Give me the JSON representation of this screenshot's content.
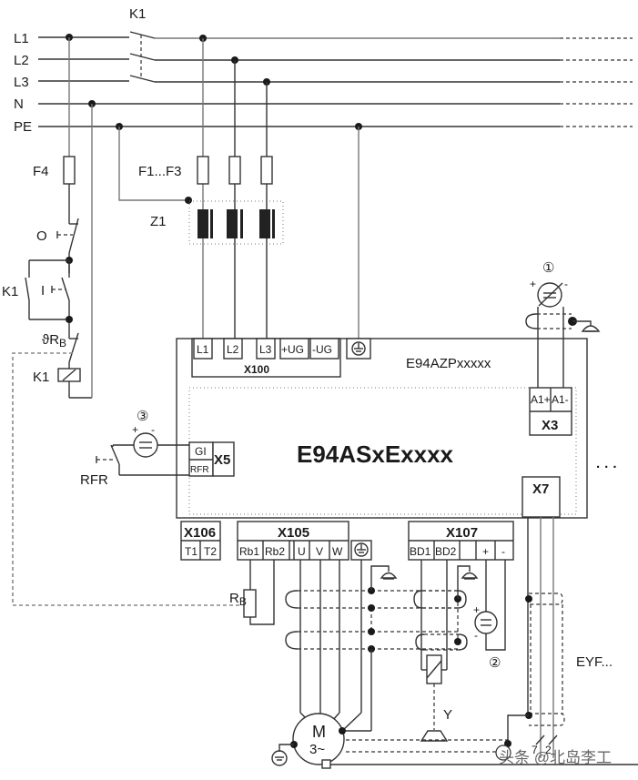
{
  "bus_labels": [
    "L1",
    "L2",
    "L3",
    "N",
    "PE"
  ],
  "components": {
    "main_contactor": "K1",
    "control_fuse": "F4",
    "mains_fuses": "F1...F3",
    "mains_filter": "Z1",
    "off_button": "O",
    "on_button": "I",
    "holding_contact": "K1",
    "thermal_contact": "ϑR",
    "thermal_contact_sub": "B",
    "contactor_coil": "K1",
    "brake_resistor": "R",
    "brake_resistor_sub": "B",
    "brake": "Y",
    "motor_main": "M",
    "motor_sub": "3~",
    "controller_enable": "RFR",
    "cable_label": "EYF...",
    "continuation": "· · ·"
  },
  "device": {
    "supply_module": "E94AZPxxxxx",
    "axis_module": "E94ASxExxxx"
  },
  "terminals": {
    "x100": {
      "name": "X100",
      "pins": [
        "L1",
        "L2",
        "L3",
        "+UG",
        "-UG"
      ]
    },
    "x3": {
      "name": "X3",
      "pins": [
        "A1+",
        "A1-"
      ]
    },
    "x5": {
      "name": "X5",
      "pins": [
        "GI",
        "RFR"
      ]
    },
    "x106": {
      "name": "X106",
      "pins": [
        "T1",
        "T2"
      ]
    },
    "x105": {
      "name": "X105",
      "pins": [
        "Rb1",
        "Rb2",
        "U",
        "V",
        "W"
      ]
    },
    "x107": {
      "name": "X107",
      "pins": [
        "BD1",
        "BD2",
        "+",
        "-"
      ]
    },
    "x7": {
      "name": "X7"
    }
  },
  "markers": {
    "m1": "①",
    "m2": "②",
    "m3": "③",
    "meter_plus": "+",
    "meter_minus": "-",
    "src2_plus": "+",
    "src2_minus": "-",
    "src3_plus": "+",
    "src3_minus": "-"
  },
  "encoder_wires": [
    "7",
    "2"
  ],
  "watermark": "头条 @北岛李工"
}
